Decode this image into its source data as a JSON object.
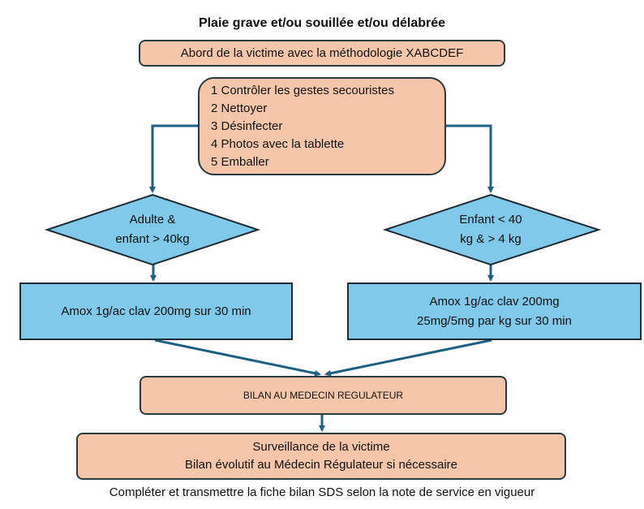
{
  "title": "Plaie grave et/ou souillée et/ou délabrée",
  "approach": "Abord de la victime avec la méthodologie XABCDEF",
  "steps": [
    "1 Contrôler les gestes secouristes",
    "2 Nettoyer",
    "3 Désinfecter",
    "4 Photos avec la tablette",
    "5 Emballer"
  ],
  "left_branch": {
    "decision": [
      "Adulte &",
      "enfant > 40kg"
    ],
    "treatment": [
      "Amox 1g/ac clav 200mg sur 30 min"
    ]
  },
  "right_branch": {
    "decision": [
      "Enfant < 40",
      "kg & > 4 kg"
    ],
    "treatment": [
      "Amox 1g/ac clav 200mg",
      "25mg/5mg par kg sur 30 min"
    ]
  },
  "report": "BILAN AU MEDECIN REGULATEUR",
  "monitoring": [
    "Surveillance de la victime",
    "Bilan évolutif au Médecin Régulateur si nécessaire"
  ],
  "footer": "Compléter et transmettre la fiche bilan SDS selon la note de service en vigueur",
  "colors": {
    "peach": "#f6c6aa",
    "blue": "#80c9ea",
    "connector": "#1f5f80"
  }
}
